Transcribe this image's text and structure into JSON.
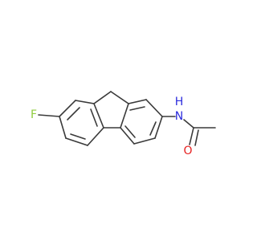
{
  "molecule": {
    "atoms": {
      "fluorine": {
        "symbol": "F",
        "color": "#8fcc3f"
      },
      "nitrogen": {
        "symbol": "N",
        "color": "#2c2cdd"
      },
      "nitrogen_h": {
        "symbol": "H",
        "color": "#2c2cdd"
      },
      "oxygen": {
        "symbol": "O",
        "color": "#e62020"
      }
    },
    "bond_color": "#3a3a3a"
  }
}
